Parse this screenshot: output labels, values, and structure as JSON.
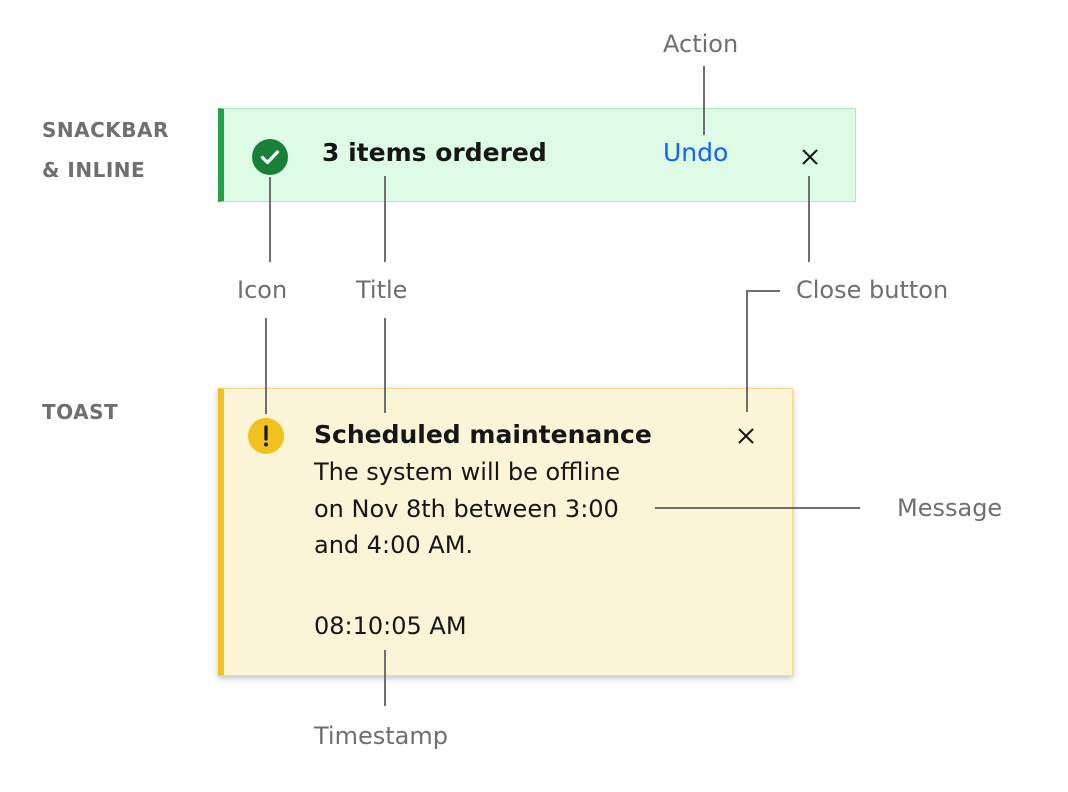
{
  "sections": {
    "snackbar_line1": "SNACKBAR",
    "snackbar_line2": "& INLINE",
    "toast": "TOAST"
  },
  "snackbar": {
    "title": "3 items ordered",
    "action": "Undo",
    "icon": "checkmark-filled-icon",
    "close_icon": "close-icon"
  },
  "toast": {
    "title": "Scheduled maintenance",
    "message_lines": [
      "The system will be offline",
      "on Nov 8th between 3:00",
      "and 4:00 AM."
    ],
    "timestamp": "08:10:05 AM",
    "icon": "warning-filled-icon",
    "close_icon": "close-icon"
  },
  "annotations": {
    "action": "Action",
    "icon": "Icon",
    "title": "Title",
    "close_button": "Close button",
    "message": "Message",
    "timestamp": "Timestamp"
  },
  "colors": {
    "snackbar_bg": "#defbe6",
    "snackbar_accent": "#24a148",
    "toast_bg": "#fcf4d6",
    "toast_accent": "#f1c21b",
    "action_link": "#0f62fe",
    "annotation_gray": "#6f6f6f"
  }
}
